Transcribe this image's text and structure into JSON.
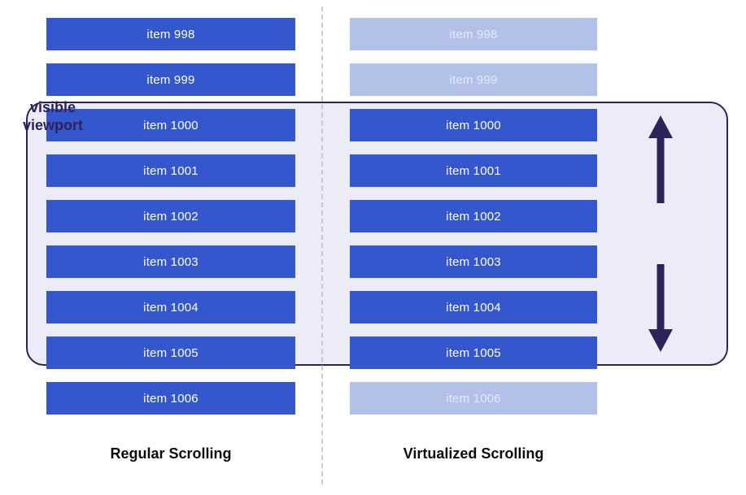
{
  "diagram": {
    "title_left": "Regular Scrolling",
    "title_right": "Virtualized Scrolling",
    "viewport_label_line1": "visible",
    "viewport_label_line2": "viewport",
    "colors": {
      "item_solid_bg": "#3557cd",
      "item_solid_text": "#ffffff",
      "item_faded_bg": "#b3c1e8",
      "item_faded_text": "#e3e9f8",
      "viewport_fill": "#ecebf8",
      "viewport_border": "#2e2359",
      "divider": "#c9c9cf",
      "caption_text": "#0b0b0b"
    }
  },
  "columns": {
    "regular": {
      "name": "Regular Scrolling",
      "items": [
        {
          "label": "item 998",
          "state": "rendered",
          "in_viewport": false
        },
        {
          "label": "item 999",
          "state": "rendered",
          "in_viewport": false
        },
        {
          "label": "item 1000",
          "state": "rendered",
          "in_viewport": true
        },
        {
          "label": "item 1001",
          "state": "rendered",
          "in_viewport": true
        },
        {
          "label": "item 1002",
          "state": "rendered",
          "in_viewport": true
        },
        {
          "label": "item 1003",
          "state": "rendered",
          "in_viewport": true
        },
        {
          "label": "item 1004",
          "state": "rendered",
          "in_viewport": true
        },
        {
          "label": "item 1005",
          "state": "rendered",
          "in_viewport": true
        },
        {
          "label": "item 1006",
          "state": "rendered",
          "in_viewport": false
        }
      ]
    },
    "virtualized": {
      "name": "Virtualized Scrolling",
      "items": [
        {
          "label": "item 998",
          "state": "not-rendered",
          "in_viewport": false
        },
        {
          "label": "item 999",
          "state": "not-rendered",
          "in_viewport": false
        },
        {
          "label": "item 1000",
          "state": "rendered",
          "in_viewport": true
        },
        {
          "label": "item 1001",
          "state": "rendered",
          "in_viewport": true
        },
        {
          "label": "item 1002",
          "state": "rendered",
          "in_viewport": true
        },
        {
          "label": "item 1003",
          "state": "rendered",
          "in_viewport": true
        },
        {
          "label": "item 1004",
          "state": "rendered",
          "in_viewport": true
        },
        {
          "label": "item 1005",
          "state": "rendered",
          "in_viewport": true
        },
        {
          "label": "item 1006",
          "state": "not-rendered",
          "in_viewport": false
        }
      ]
    }
  }
}
